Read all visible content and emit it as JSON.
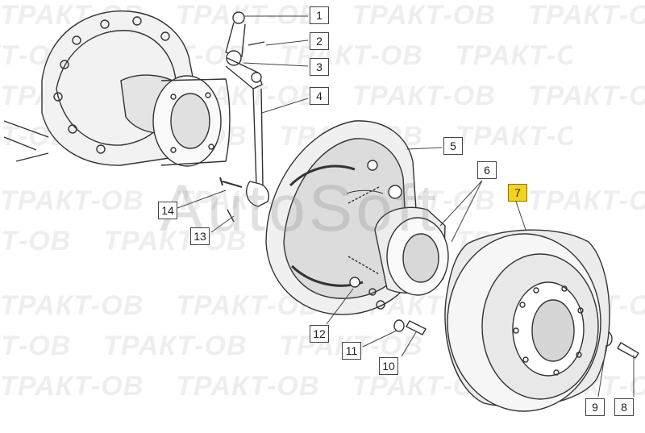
{
  "watermark": {
    "brand": "ТРАКТ-ОВ",
    "overlay": "AutoSoft"
  },
  "callouts": [
    {
      "id": "1",
      "label": "1",
      "highlight": false
    },
    {
      "id": "2",
      "label": "2",
      "highlight": false
    },
    {
      "id": "3",
      "label": "3",
      "highlight": false
    },
    {
      "id": "4",
      "label": "4",
      "highlight": false
    },
    {
      "id": "5",
      "label": "5",
      "highlight": false
    },
    {
      "id": "6",
      "label": "6",
      "highlight": false
    },
    {
      "id": "7",
      "label": "7",
      "highlight": true
    },
    {
      "id": "8",
      "label": "8",
      "highlight": false
    },
    {
      "id": "9",
      "label": "9",
      "highlight": false
    },
    {
      "id": "10",
      "label": "10",
      "highlight": false
    },
    {
      "id": "11",
      "label": "11",
      "highlight": false
    },
    {
      "id": "12",
      "label": "12",
      "highlight": false
    },
    {
      "id": "13",
      "label": "13",
      "highlight": false
    },
    {
      "id": "14",
      "label": "14",
      "highlight": false
    }
  ],
  "colors": {
    "highlight": "#f7d21c",
    "line": "#333333"
  }
}
